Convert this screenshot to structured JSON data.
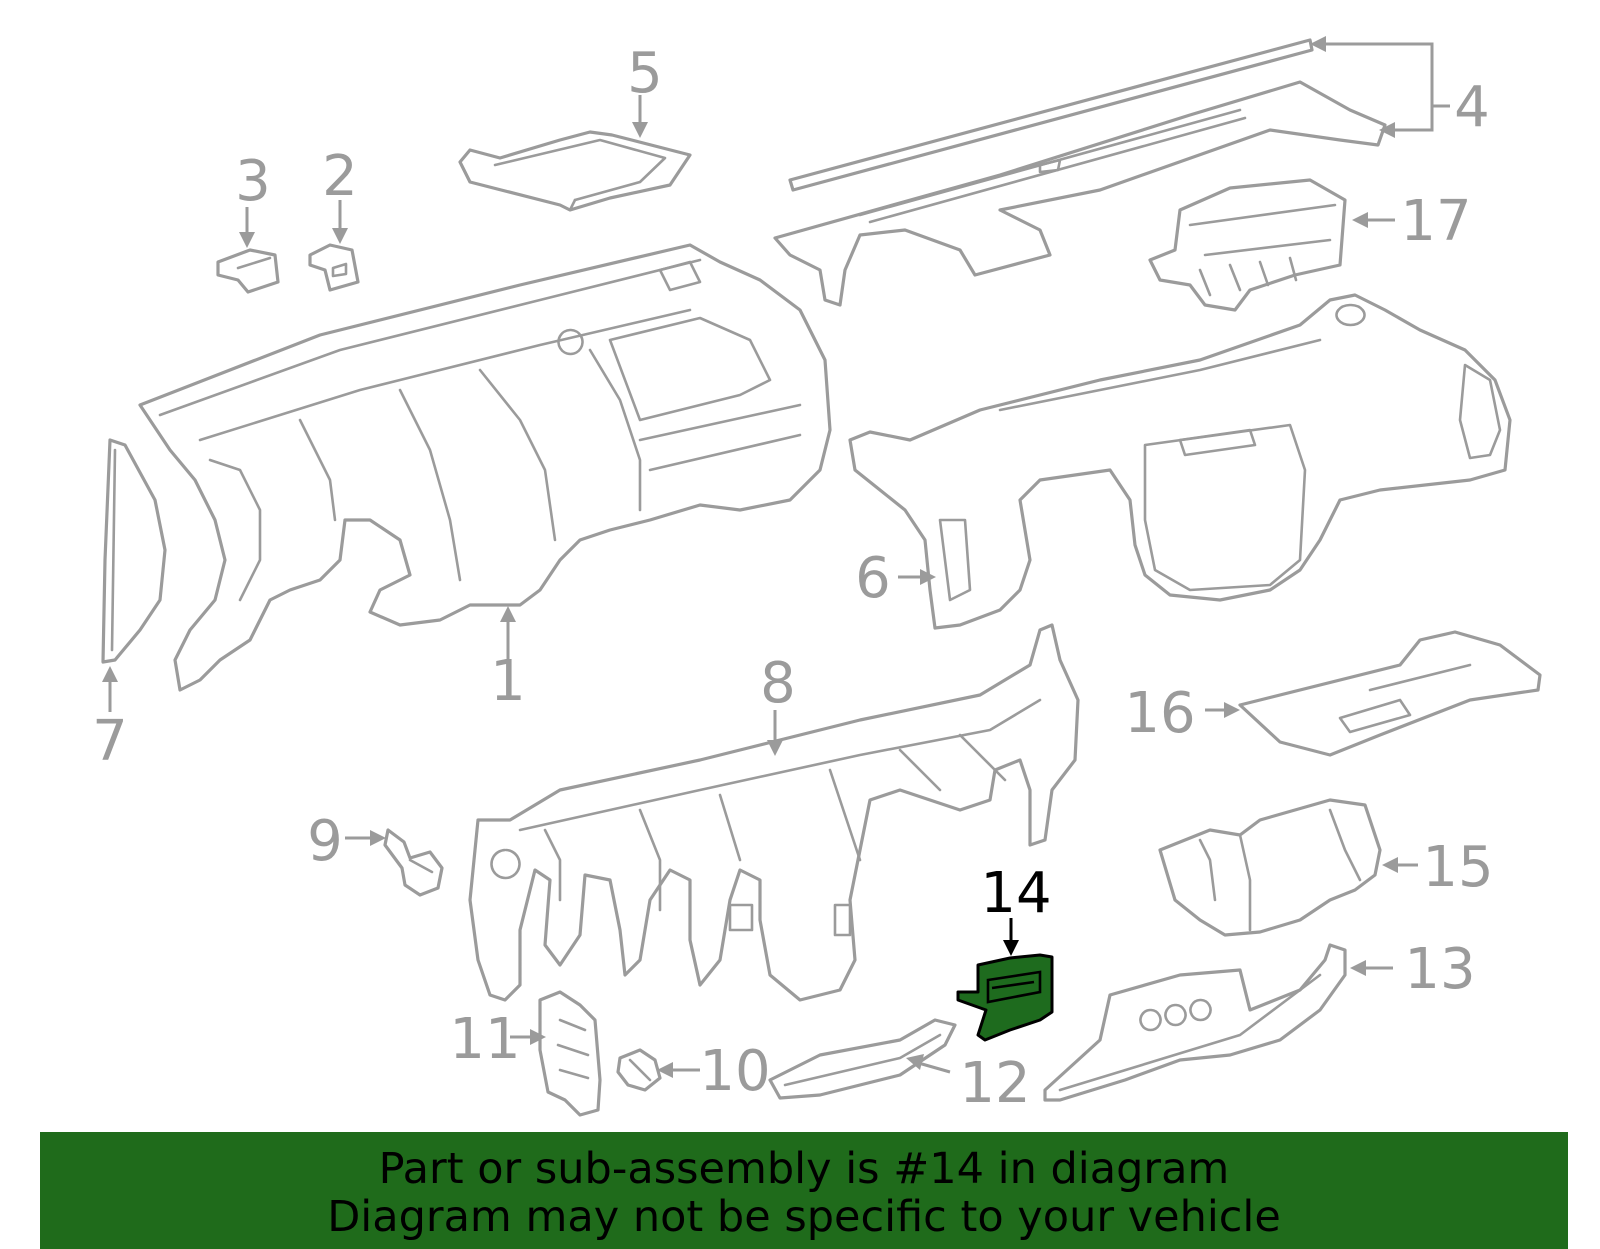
{
  "callouts": [
    {
      "id": "1",
      "label": "1"
    },
    {
      "id": "2",
      "label": "2"
    },
    {
      "id": "3",
      "label": "3"
    },
    {
      "id": "4",
      "label": "4"
    },
    {
      "id": "5",
      "label": "5"
    },
    {
      "id": "6",
      "label": "6"
    },
    {
      "id": "7",
      "label": "7"
    },
    {
      "id": "8",
      "label": "8"
    },
    {
      "id": "9",
      "label": "9"
    },
    {
      "id": "10",
      "label": "10"
    },
    {
      "id": "11",
      "label": "11"
    },
    {
      "id": "12",
      "label": "12"
    },
    {
      "id": "13",
      "label": "13"
    },
    {
      "id": "14",
      "label": "14"
    },
    {
      "id": "15",
      "label": "15"
    },
    {
      "id": "16",
      "label": "16"
    },
    {
      "id": "17",
      "label": "17"
    }
  ],
  "highlighted_part": "14",
  "colors": {
    "highlight": "#1e6b1e",
    "banner": "#1f6b1b",
    "line_art": "#9b9b9b"
  },
  "banner": {
    "line1": "Part or sub-assembly is #14 in diagram",
    "line2": "Diagram may not be specific to your vehicle"
  }
}
